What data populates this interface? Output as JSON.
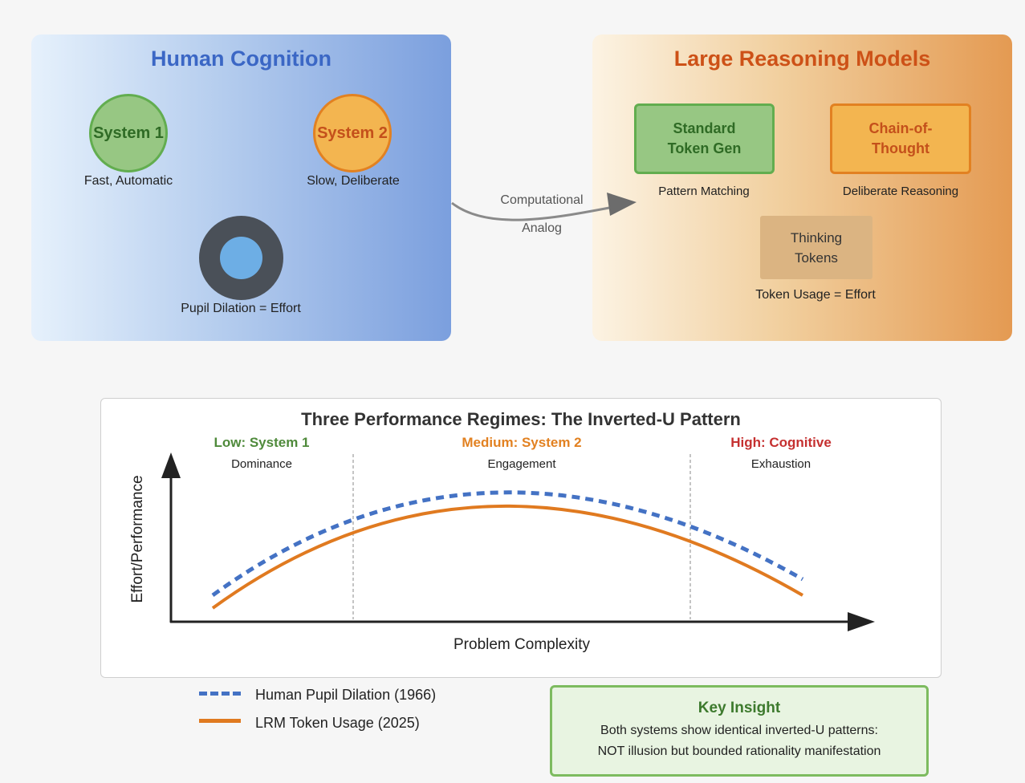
{
  "human": {
    "title": "Human Cognition",
    "system1": {
      "label": "System 1",
      "caption": "Fast, Automatic"
    },
    "system2": {
      "label": "System 2",
      "caption": "Slow, Deliberate"
    },
    "pupil_caption": "Pupil Dilation = Effort"
  },
  "connector": {
    "line1": "Computational",
    "line2": "Analog"
  },
  "lrm": {
    "title": "Large Reasoning Models",
    "standard": {
      "line1": "Standard",
      "line2": "Token Gen",
      "caption": "Pattern Matching"
    },
    "cot": {
      "line1": "Chain-of-",
      "line2": "Thought",
      "caption": "Deliberate Reasoning"
    },
    "thinking": {
      "line1": "Thinking",
      "line2": "Tokens",
      "caption": "Token Usage = Effort"
    }
  },
  "chart": {
    "title": "Three Performance Regimes: The Inverted-U Pattern",
    "regimes": [
      {
        "title": "Low: System 1",
        "subtitle": "Dominance"
      },
      {
        "title": "Medium: System 2",
        "subtitle": "Engagement"
      },
      {
        "title": "High: Cognitive",
        "subtitle": "Exhaustion"
      }
    ],
    "xlabel": "Problem Complexity",
    "ylabel": "Effort/Performance"
  },
  "legend": [
    {
      "label": "Human Pupil Dilation (1966)",
      "style": "dashed",
      "color": "#4472c4"
    },
    {
      "label": "LRM Token Usage (2025)",
      "style": "solid",
      "color": "#e07a20"
    }
  ],
  "insight": {
    "title": "Key Insight",
    "line1": "Both systems show identical inverted-U patterns:",
    "line2": "NOT illusion but bounded rationality manifestation"
  },
  "colors": {
    "human_accent": "#3b67c5",
    "lrm_accent": "#cd5117",
    "system1_green": "#62ad4f",
    "system2_orange": "#e28121",
    "human_curve": "#4472c4",
    "lrm_curve": "#e07a20"
  }
}
